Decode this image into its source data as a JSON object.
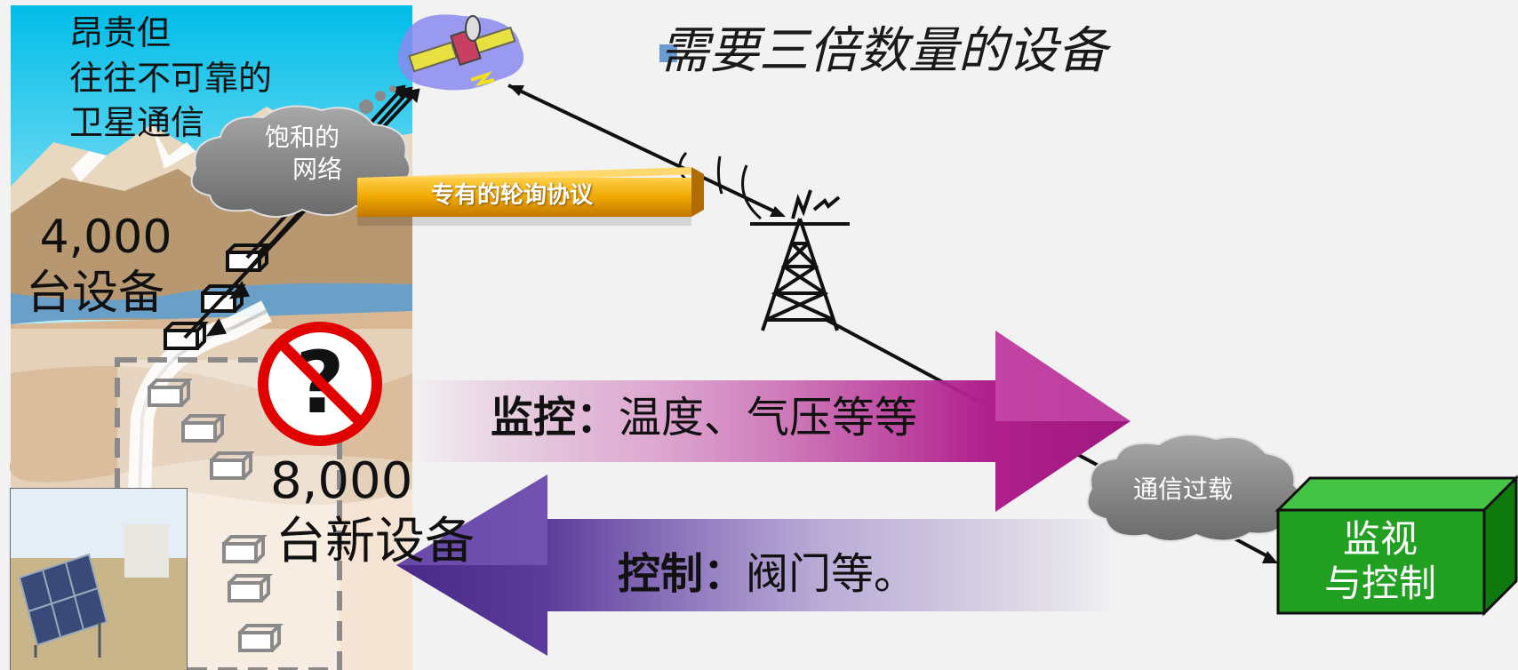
{
  "title": "需要三倍数量的设备",
  "satellite_caption": [
    "昂贵但",
    "往往不可靠的",
    "卫星通信"
  ],
  "cloud_saturated": [
    "饱和的",
    "网络"
  ],
  "protocol_label": "专有的轮询协议",
  "existing_devices": {
    "count": "4,000",
    "unit": "台设备"
  },
  "new_devices": {
    "count": "8,000",
    "unit": "台新设备"
  },
  "monitor_arrow": {
    "label": "监控：",
    "text": "温度、气压等等"
  },
  "control_arrow": {
    "label": "控制：",
    "text": "阀门等。"
  },
  "cloud_overload": "通信过载",
  "control_center": [
    "监视",
    "与控制"
  ],
  "icons": [
    "satellite-icon",
    "radio-tower-icon",
    "no-question-icon",
    "solar-panel-photo",
    "device-box-icon"
  ],
  "colors": {
    "monitor_arrow": "#b0208c",
    "control_arrow": "#5a3a9a",
    "protocol_bar": "#f0a800",
    "control_box": "#22a022",
    "cloud": "#8c8c8c",
    "no_sign": "#e00000",
    "bullet": "#6b9bd1"
  }
}
